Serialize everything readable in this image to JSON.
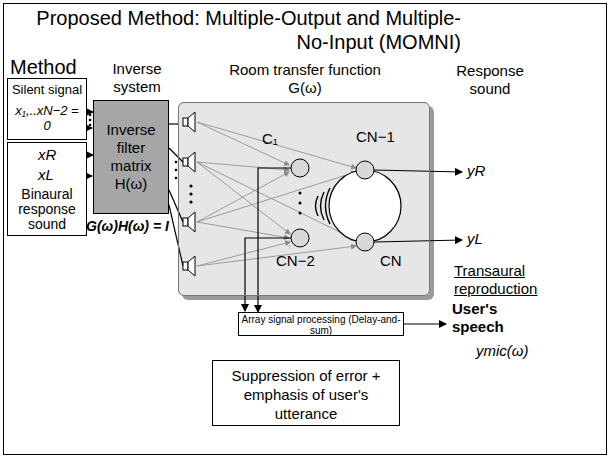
{
  "diagram": {
    "title": "Proposed Method: Multiple-Output and Multiple-No-Input (MOMNI)",
    "nodes": [
      {
        "text": [
          "Silent signal",
          "x₁,..xN−2 = 0"
        ]
      },
      {
        "text": [
          "xR",
          "xL",
          "Binaural response sound"
        ]
      },
      {
        "text": [
          "Inverse filter matrix H(ω)"
        ]
      },
      {
        "text": [
          "Room transfer function G(ω)"
        ]
      },
      {
        "text": [
          "Array signal processing (Delay-and-sum)"
        ]
      },
      {
        "text": [
          "Suppression of error + emphasis of user's utterance"
        ]
      }
    ],
    "edges": [
      {
        "from": 0,
        "to": 2,
        "arrow": "to"
      },
      {
        "from": 1,
        "to": 2,
        "arrow": "to"
      },
      {
        "from": 2,
        "to": 3,
        "arrow": "none"
      },
      {
        "from": 3,
        "to": 4,
        "arrow": "to"
      }
    ],
    "labels": [
      "Method",
      "Inverse system",
      "G(ω)H(ω) = I",
      "C₁",
      "CN−1",
      "CN−2",
      "CN",
      "Response sound",
      "yR",
      "yL",
      "Transaural reproduction",
      "User's speech",
      "ymic(ω)"
    ]
  }
}
